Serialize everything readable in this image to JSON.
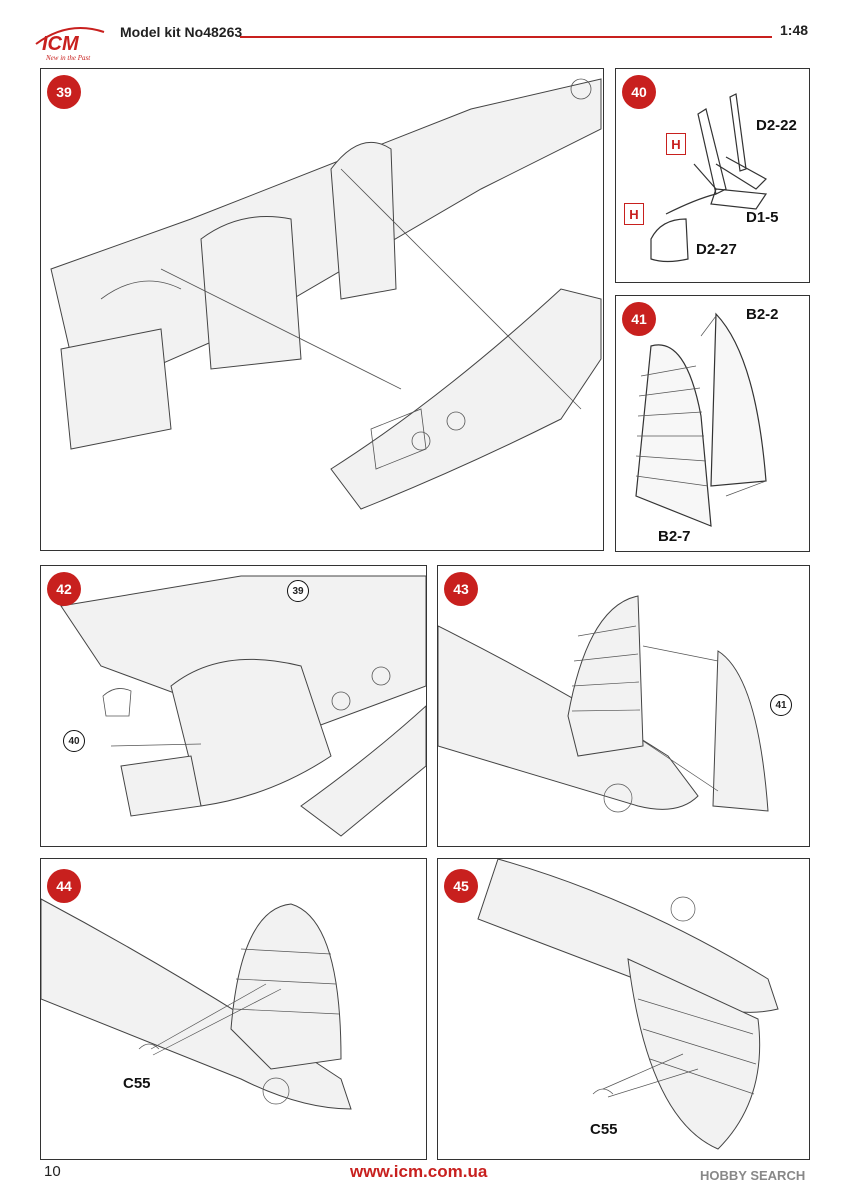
{
  "header": {
    "brand": "ICM",
    "tagline": "New in the Past",
    "model_kit": "Model kit No48263",
    "scale": "1:48"
  },
  "steps": [
    {
      "number": "39"
    },
    {
      "number": "40",
      "parts": [
        "D2-22",
        "D1-5",
        "D2-27"
      ],
      "paint": "H"
    },
    {
      "number": "41",
      "parts": [
        "B2-2",
        "B2-7"
      ]
    },
    {
      "number": "42",
      "refs": [
        "39",
        "40"
      ]
    },
    {
      "number": "43",
      "refs": [
        "41"
      ]
    },
    {
      "number": "44",
      "parts": [
        "C55"
      ]
    },
    {
      "number": "45",
      "parts": [
        "C55"
      ]
    }
  ],
  "footer": {
    "page_number": "10",
    "website": "www.icm.com.ua",
    "watermark": "HOBBY SEARCH"
  },
  "colors": {
    "accent": "#c8201e",
    "line": "#333333"
  }
}
